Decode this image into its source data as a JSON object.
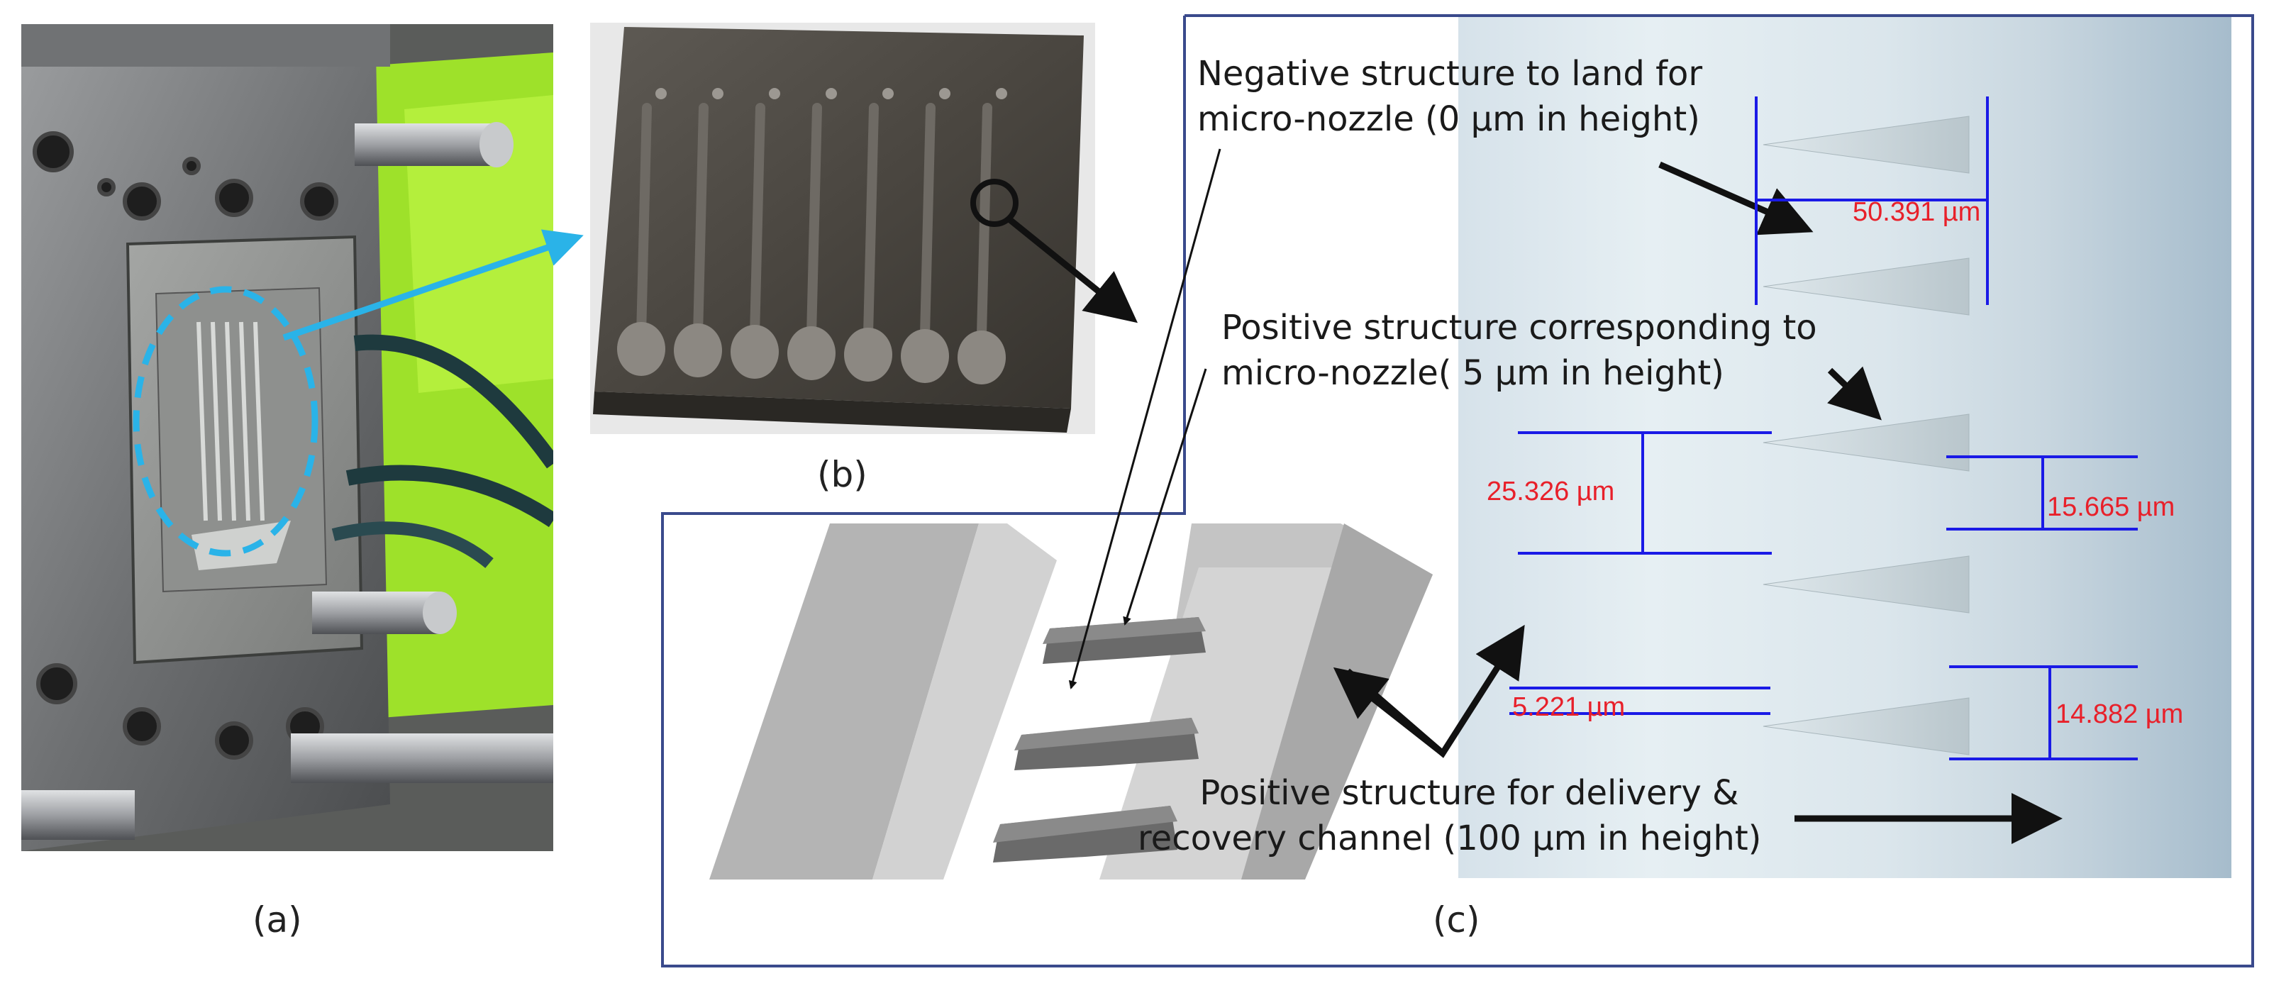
{
  "panels": {
    "a": {
      "label": "(a)"
    },
    "b": {
      "label": "(b)"
    },
    "c": {
      "label": "(c)"
    }
  },
  "callouts": {
    "negative": {
      "line1": "Negative structure to land for",
      "line2": "micro-nozzle (0 µm in height)"
    },
    "positive_nozzle": {
      "line1": "Positive structure corresponding to",
      "line2": "micro-nozzle( 5 µm in height)"
    },
    "positive_channel": {
      "line1": "Positive structure for delivery &",
      "line2": "recovery channel (100 µm in height)"
    }
  },
  "measurements": {
    "m1": "50.391 µm",
    "m2": "25.326 µm",
    "m3": "15.665 µm",
    "m4": "5.221 µm",
    "m5": "14.882 µm"
  },
  "colors": {
    "highlight_ring": "#2ab3e8",
    "frame": "#3a4a8c",
    "measure_line": "#1a1ae6",
    "measure_text": "#e8202a"
  }
}
